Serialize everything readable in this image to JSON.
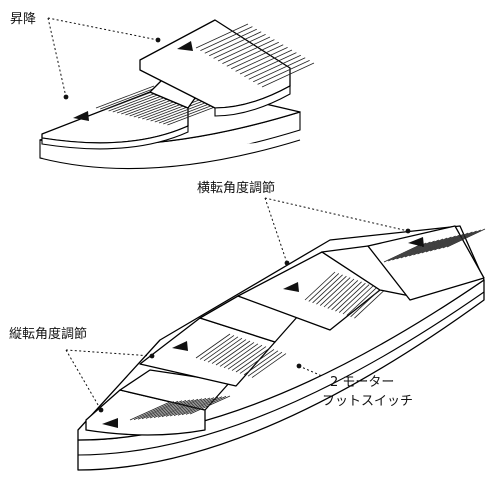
{
  "labels": {
    "lift": "昇降",
    "horizontal": "横転角度調節",
    "vertical": "縦転角度調節",
    "switch_line1": "2 モーター",
    "switch_line2": "フットスイッチ"
  },
  "icons": {
    "pedal_arrow": "triangle-arrow-icon"
  }
}
